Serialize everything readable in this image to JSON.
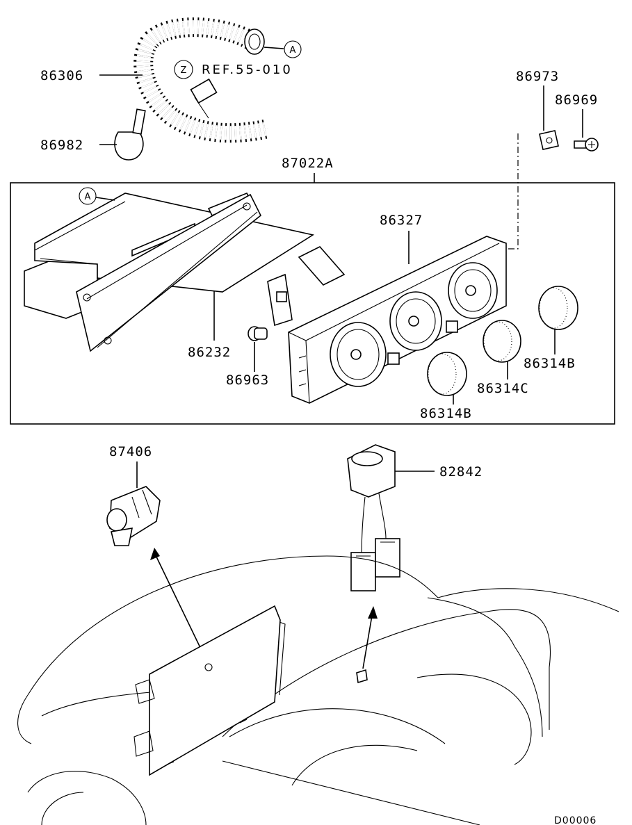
{
  "diagram": {
    "labels": {
      "p86306": "86306",
      "p86982": "86982",
      "p87022A": "87022A",
      "p86973": "86973",
      "p86969": "86969",
      "p86327": "86327",
      "p86232": "86232",
      "p86963": "86963",
      "p86314B_right": "86314B",
      "p86314C": "86314C",
      "p86314B_bottom": "86314B",
      "p87406": "87406",
      "p82842": "82842"
    },
    "reference": {
      "marker": "Z",
      "text": "REF.55-010"
    },
    "callout_markers": {
      "hose_end": "A",
      "panel": "A"
    },
    "drawing_code": "D00006"
  }
}
